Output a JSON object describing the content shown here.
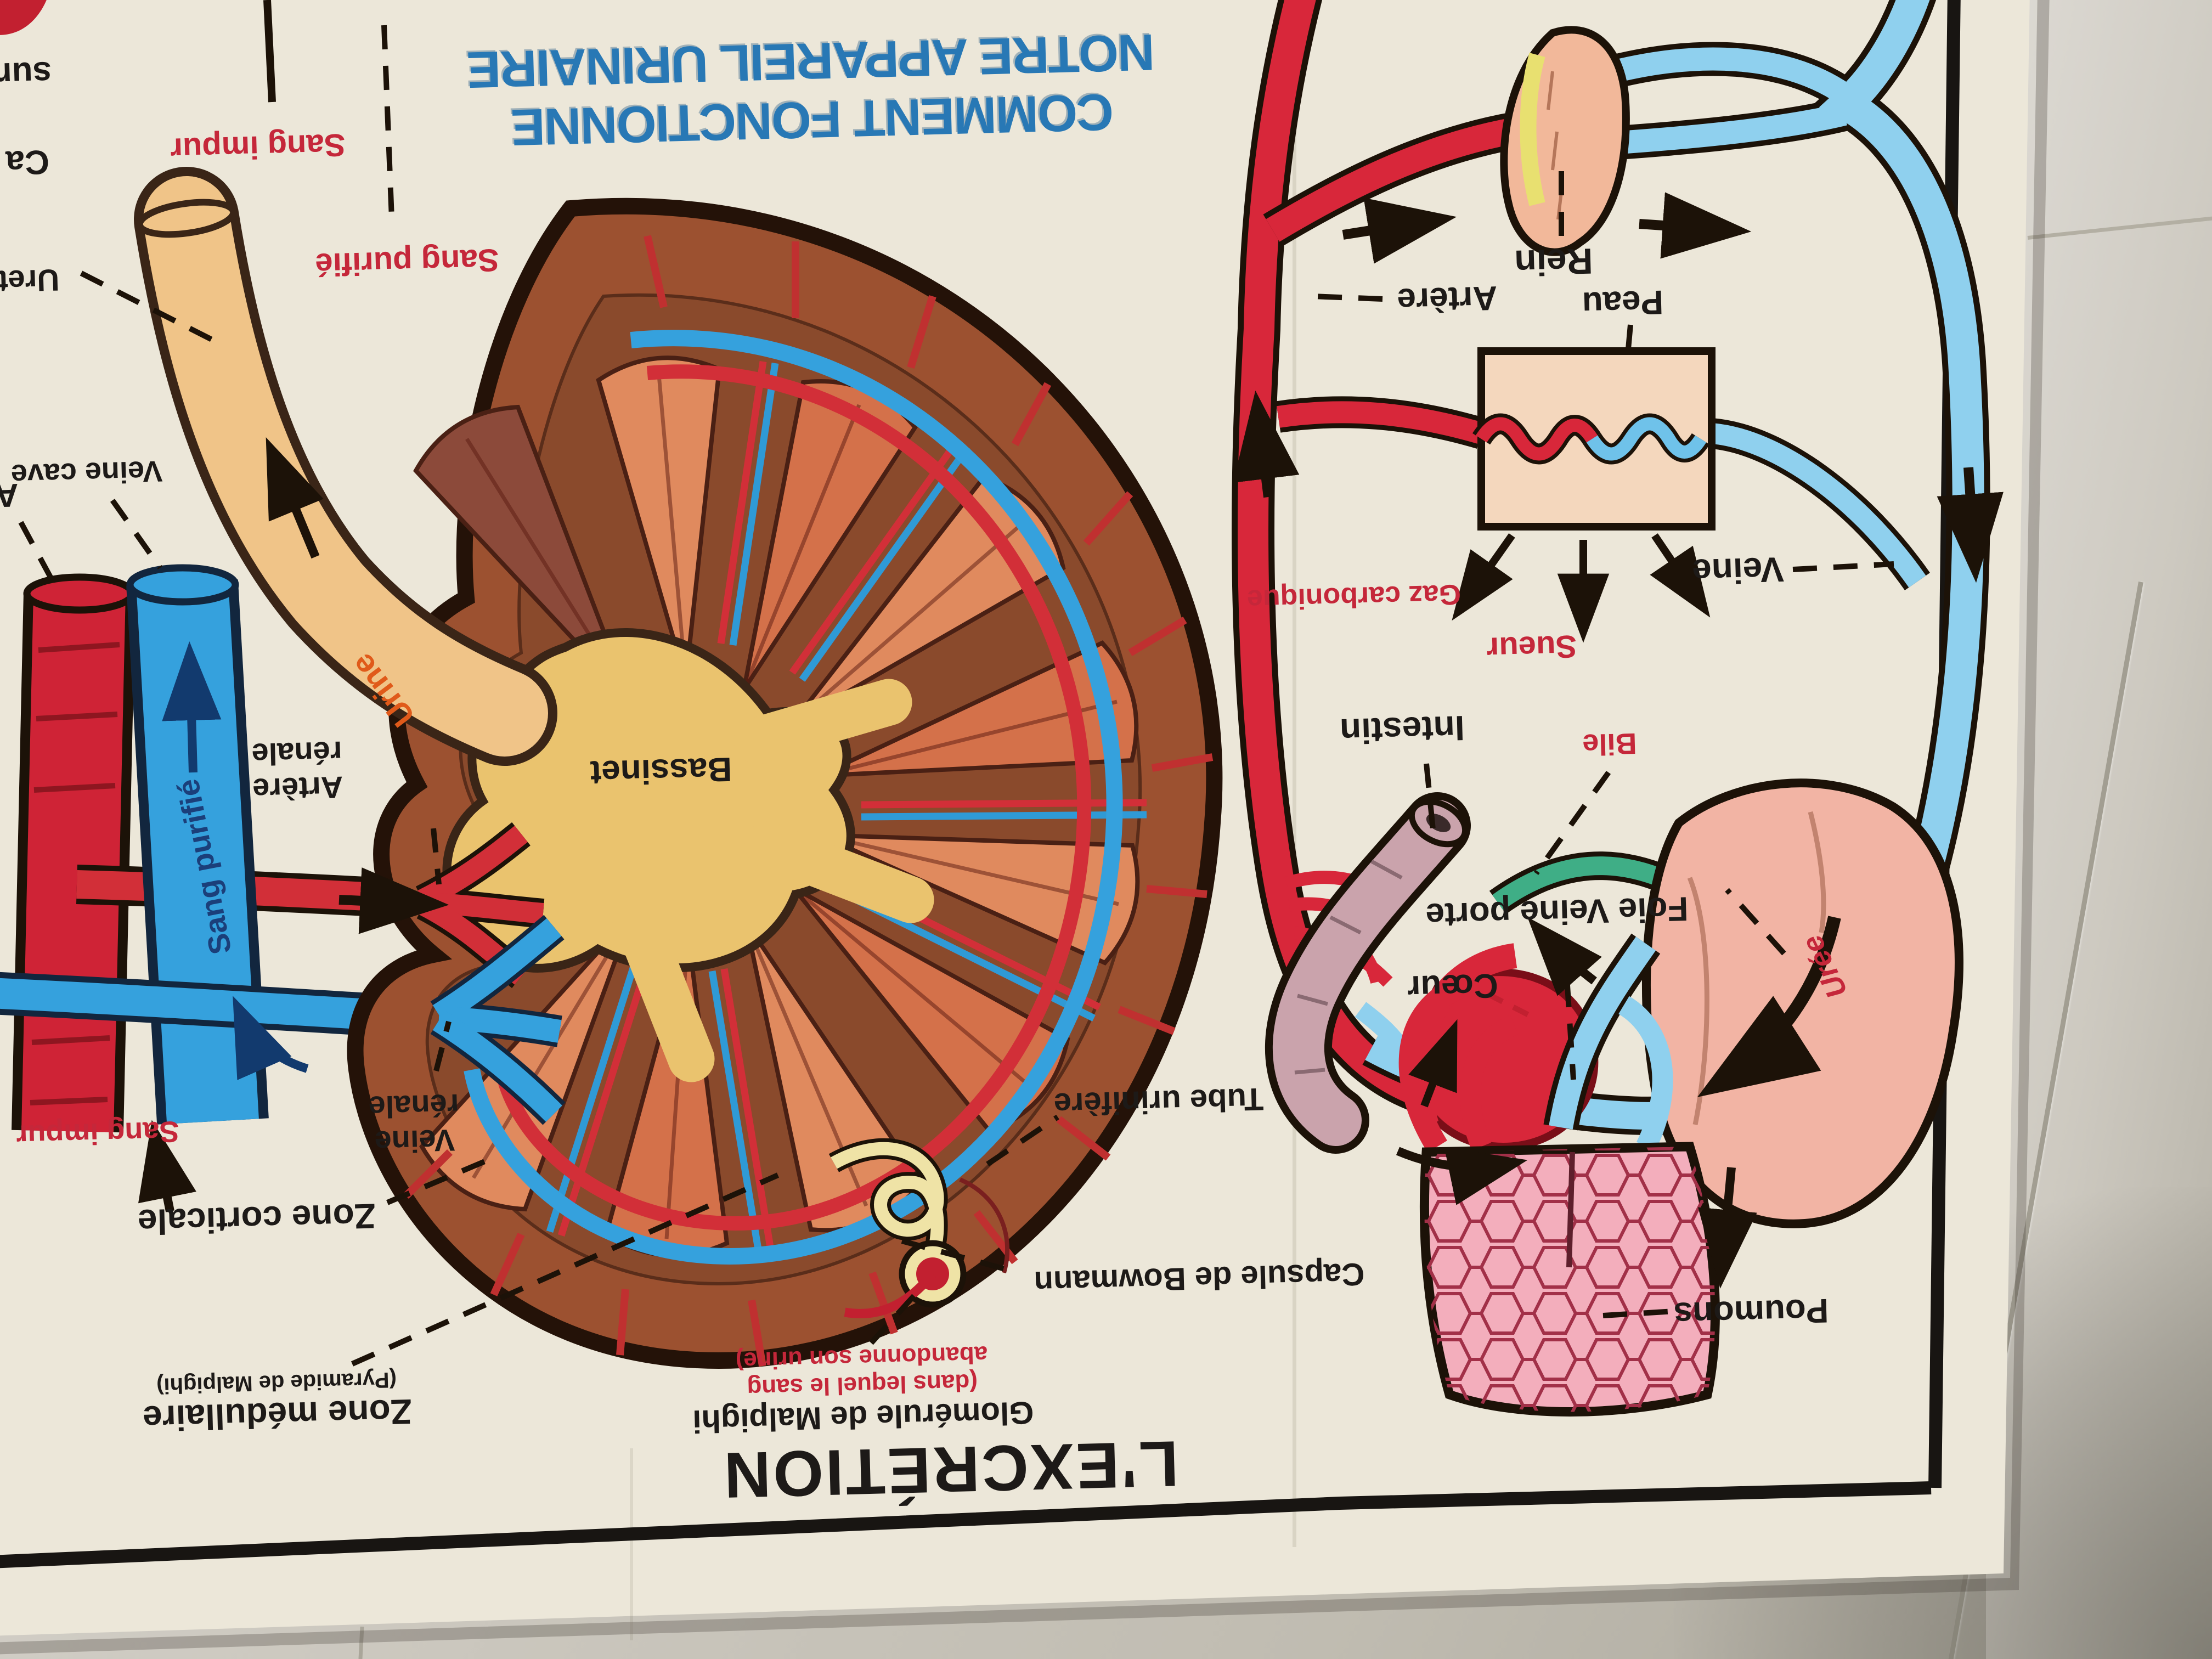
{
  "scene": {
    "description": "Photograph of an upside-down vintage French school anatomy poster lying on beige tile floor"
  },
  "poster": {
    "title": {
      "line1": "COMMENT FONCTIONNE",
      "line2": "NOTRE APPAREIL URINAIRE"
    },
    "section_title": "L'EXCRÉTION"
  },
  "kidney_diagram": {
    "labels": {
      "capsule_surrenale_partial_line1": "Ca",
      "capsule_surrenale_partial_line2": "sur",
      "sang_impur_top": "Sang impur",
      "sang_purifie_top": "Sang purifié",
      "ureter_partial": "Uret",
      "veine_cave": "Veine cave",
      "aorte_partial": "A",
      "urine": "Urine",
      "bassinet": "Bassinet",
      "artere_renale_line1": "Artère",
      "artere_renale_line2": "rénale",
      "veine_renale_line1": "Veine",
      "veine_renale_line2": "rénale",
      "sang_purifie_vena": "Sang purifié",
      "sang_impur_bottom": "Sang impur",
      "zone_corticale": "Zone corticale",
      "zone_medullaire": "Zone médullaire",
      "zone_medullaire_note": "(Pyramide de Malpighi)",
      "glomerule": "Glomérule de Malpighi",
      "glomerule_note_line1": "(dans lequel le sang",
      "glomerule_note_line2": "abandonne son urine)",
      "capsule_bowmann": "Capsule de Bowmann",
      "tube_urinifere": "Tube urinifère"
    }
  },
  "circulation_diagram": {
    "labels": {
      "rein": "Rein",
      "artere": "Artère",
      "peau": "Peau",
      "veine": "Veine",
      "sueur": "Sueur",
      "gaz_carbonique": "Gaz carbonique",
      "intestin": "Intestin",
      "bile": "Bile",
      "foie_veine_porte": "Foie Veine porte",
      "coeur": "Cœur",
      "uree": "Urée",
      "poumons": "Poumons"
    }
  },
  "colors": {
    "artery_red": "#d8273a",
    "vein_blue": "#35a1dd",
    "circuit_vein_light_blue": "#8fd0ee",
    "label_red": "#c5273a",
    "label_navy": "#1b3f7a",
    "title_blue": "#2878b5",
    "urine_orange": "#e05a1a",
    "pelvis_yellow": "#eac36e",
    "cortex_brown": "#9c5130",
    "pyramid_salmon": "#e08a5e",
    "liver_pink": "#f2b4a4",
    "lung_pink": "#f3aebc",
    "intestine_mauve": "#caa3ac",
    "bile_green": "#3fae86",
    "skin_tan": "#f4d7bd",
    "paper_cream": "#ece7d9"
  }
}
